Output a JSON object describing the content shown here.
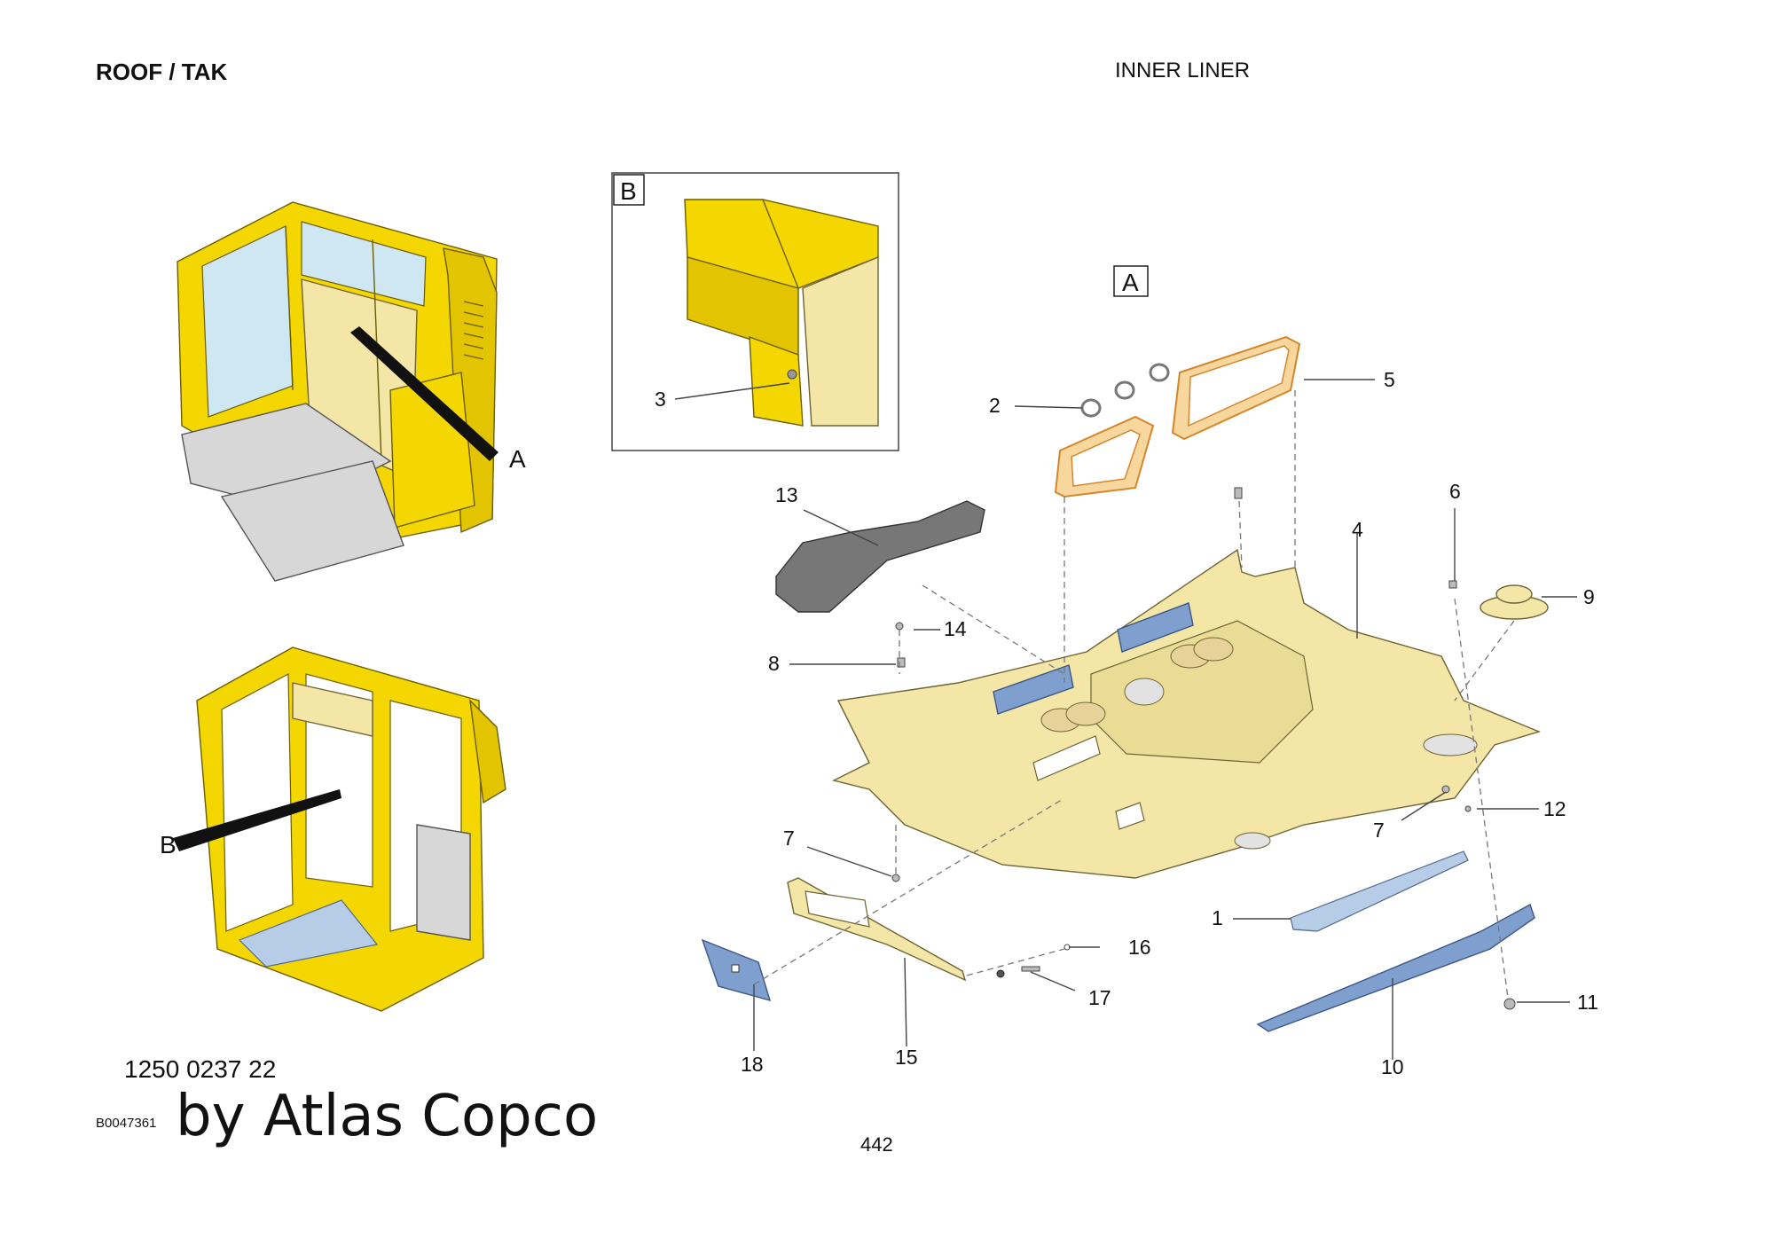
{
  "header": {
    "section_title": "ROOF / TAK",
    "subtitle": "INNER LINER"
  },
  "footer": {
    "part_number": "1250 0237 22",
    "document_code": "B0047361",
    "brand": "by Atlas Copco",
    "page_number": "442"
  },
  "views": {
    "pointer_a": "A",
    "pointer_b": "B",
    "detail_b_label": "B",
    "assembly_a_label": "A"
  },
  "callouts": [
    "1",
    "2",
    "3",
    "4",
    "5",
    "6",
    "7",
    "8",
    "9",
    "10",
    "11",
    "12",
    "13",
    "14",
    "15",
    "16",
    "17",
    "18"
  ],
  "callout_7_second": "7"
}
